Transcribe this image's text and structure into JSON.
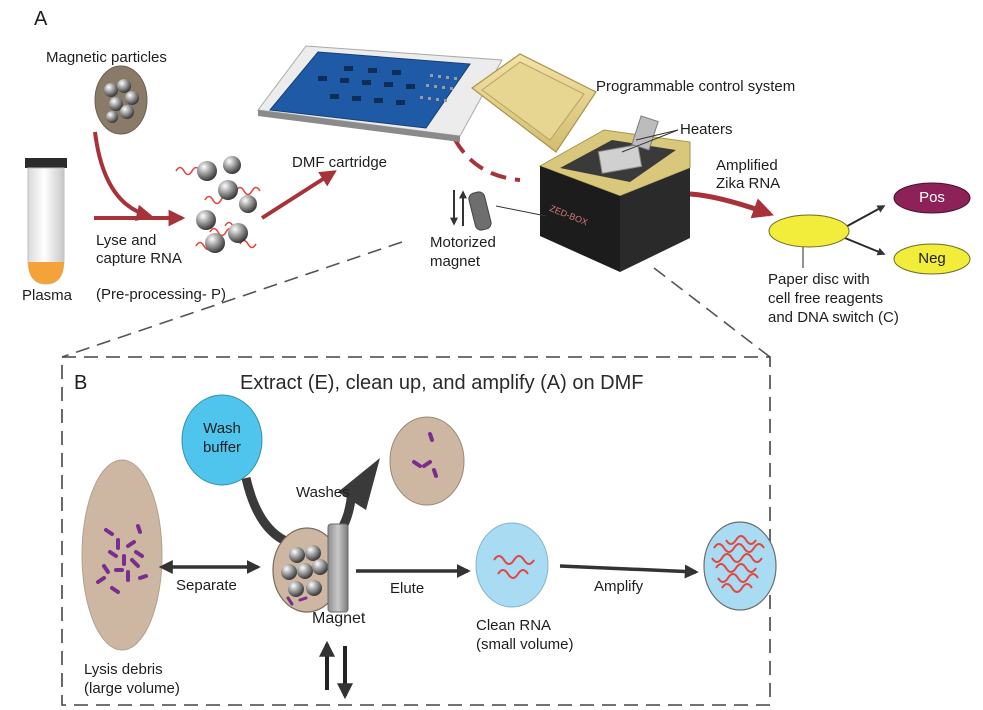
{
  "panel_a": {
    "letter": "A",
    "magnetic_particles": "Magnetic particles",
    "plasma": "Plasma",
    "lyse_line1": "Lyse and",
    "lyse_line2": "capture RNA",
    "preprocessing": "(Pre-processing- P)",
    "dmf_cartridge": "DMF cartridge",
    "motorized_line1": "Motorized",
    "motorized_line2": "magnet",
    "control_system": "Programmable control system",
    "heaters": "Heaters",
    "amplified_line1": "Amplified",
    "amplified_line2": "Zika RNA",
    "device_brand": "ZED-BOX",
    "pos": "Pos",
    "neg": "Neg",
    "paper_line1": "Paper disc with",
    "paper_line2": "cell free reagents",
    "paper_line3": "and DNA switch (C)"
  },
  "panel_b": {
    "letter": "B",
    "title": "Extract (E), clean up, and amplify (A) on DMF",
    "wash_line1": "Wash",
    "wash_line2": "buffer",
    "washes": "Washes",
    "separate": "Separate",
    "magnet": "Magnet",
    "elute": "Elute",
    "amplify": "Amplify",
    "lysis_line1": "Lysis debris",
    "lysis_line2": "(large volume)",
    "clean_line1": "Clean RNA",
    "clean_line2": "(small volume)"
  },
  "colors": {
    "arrow_red": "#a8323a",
    "tube_orange": "#f4a23a",
    "tan": "#cdb7a2",
    "light_blue": "#a9dbf2",
    "wash_blue": "#4fc5ee",
    "pos_fill": "#8c2258",
    "neg_fill": "#f2ec3a",
    "dmf_blue": "#1f5aa6",
    "debris_purple": "#7b2d8e",
    "rna_red": "#e2463f"
  }
}
